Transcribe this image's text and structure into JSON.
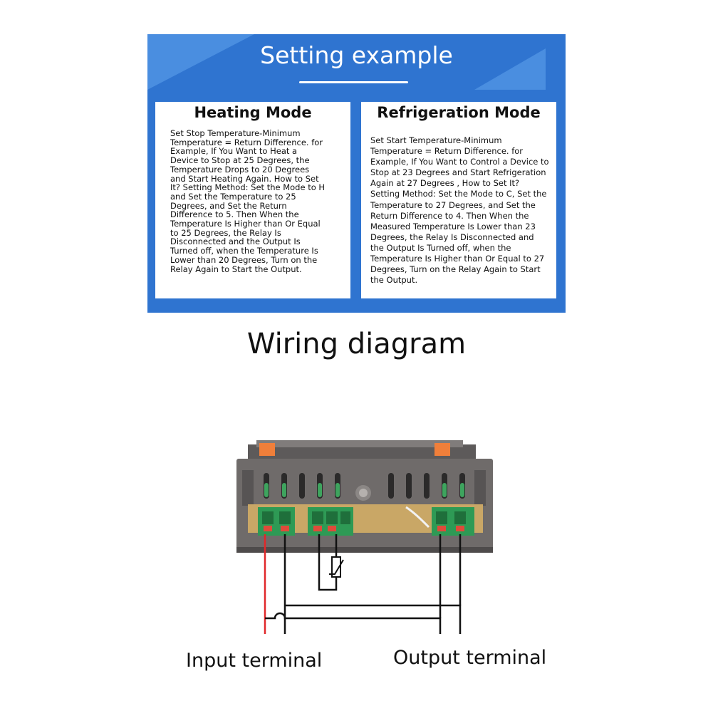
{
  "setting_example": {
    "title": "Setting example",
    "heating": {
      "title": "Heating Mode",
      "text": "Set Stop Temperature-Minimum Temperature = Return Difference. for Example, If You Want to Heat a Device to Stop at 25 Degrees, the Temperature Drops to 20 Degrees and Start Heating Again. How to Set It? Setting Method: Set the Mode to H and Set the Temperature to 25 Degrees, and Set the Return Difference to 5. Then When the Temperature Is Higher than Or Equal to 25 Degrees, the Relay Is Disconnected and the Output Is Turned off, when the Temperature Is Lower than 20 Degrees, Turn on the Relay Again to Start the Output."
    },
    "refrigeration": {
      "title": "Refrigeration Mode",
      "text": "Set Start Temperature-Minimum Temperature = Return Difference. for Example, If You Want to Control a Device to Stop at 23 Degrees and Start Refrigeration Again at 27 Degrees , How to Set It? Setting Method: Set the Mode to C, Set the Temperature to 27 Degrees, and Set the Return Difference to 4. Then When the Measured Temperature Is Lower than 23 Degrees, the Relay Is Disconnected and the Output Is Turned off, when the Temperature Is Higher than Or Equal to 27 Degrees, Turn on the Relay Again to Start the Output."
    }
  },
  "wiring": {
    "title": "Wiring diagram",
    "input_label": "Input terminal",
    "output_label": "Output terminal"
  },
  "colors": {
    "panel_blue": "#2f74d0",
    "terminal_green": "#2e9a55",
    "housing_gray": "#6f6b6a",
    "live_wire_red": "#e0282a"
  }
}
